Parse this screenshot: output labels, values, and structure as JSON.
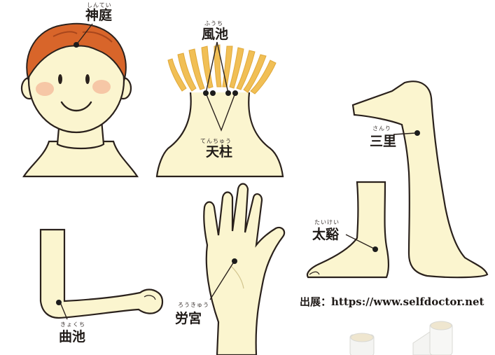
{
  "colors": {
    "skin": "#fbf5cf",
    "outline": "#2a211c",
    "hair": "#d8652a",
    "cheek": "#f6c7a6",
    "neck_hair": "#f1bf55",
    "point": "#1c1c1c"
  },
  "points": {
    "head": {
      "ruby": "しんてい",
      "name": "神庭"
    },
    "neck_top": {
      "ruby": "ふうち",
      "name": "風池"
    },
    "neck_bottom": {
      "ruby": "てんちゅう",
      "name": "天柱"
    },
    "knee": {
      "ruby": "さんり",
      "name": "三里"
    },
    "ankle": {
      "ruby": "たいけい",
      "name": "太谿"
    },
    "elbow": {
      "ruby": "きょくち",
      "name": "曲池"
    },
    "palm": {
      "ruby": "ろうきゅう",
      "name": "労宮"
    }
  },
  "source_text": "出展：https://www.selfdoctor.net"
}
